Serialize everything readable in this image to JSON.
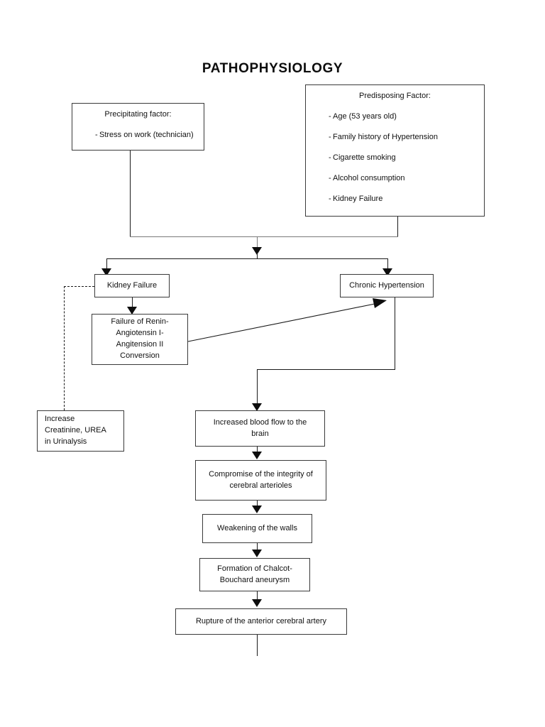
{
  "document": {
    "title": "PATHOPHYSIOLOGY",
    "type": "flowchart"
  },
  "nodes": {
    "precipitating": {
      "heading": "Precipitating factor:",
      "items": [
        {
          "bullet": "-",
          "text": "Stress on work (technician)"
        }
      ]
    },
    "predisposing": {
      "heading": "Predisposing Factor:",
      "items": [
        {
          "bullet": "-",
          "text": "Age (53 years old)"
        },
        {
          "bullet": "-",
          "text": "Family history of Hypertension"
        },
        {
          "bullet": "-",
          "text": "Cigarette smoking"
        },
        {
          "bullet": "-",
          "text": "Alcohol consumption"
        },
        {
          "bullet": "-",
          "text": "Kidney Failure"
        }
      ]
    },
    "kidney_failure": {
      "label": "Kidney Failure"
    },
    "chronic_hypertension": {
      "label": "Chronic Hypertension"
    },
    "renin_failure": {
      "line1": "Failure of Renin-",
      "line2": "Angiotensin I-",
      "line3": "Angitension II",
      "line4": "Conversion"
    },
    "urinalysis": {
      "line1": "Increase",
      "line2": "Creatinine, UREA",
      "line3": "in Urinalysis"
    },
    "blood_flow": {
      "line1": "Increased blood flow to the",
      "line2": "brain"
    },
    "compromise": {
      "line1": "Compromise of the integrity of",
      "line2": "cerebral arterioles"
    },
    "weakening": {
      "label": "Weakening of the walls"
    },
    "aneurysm": {
      "line1": "Formation of Chalcot-",
      "line2": "Bouchard aneurysm"
    },
    "rupture": {
      "label": "Rupture of the anterior cerebral artery"
    }
  },
  "style": {
    "stroke": "#1a1a1a",
    "box_border": "#3a3a3a",
    "text": "#111111",
    "background": "#ffffff"
  }
}
